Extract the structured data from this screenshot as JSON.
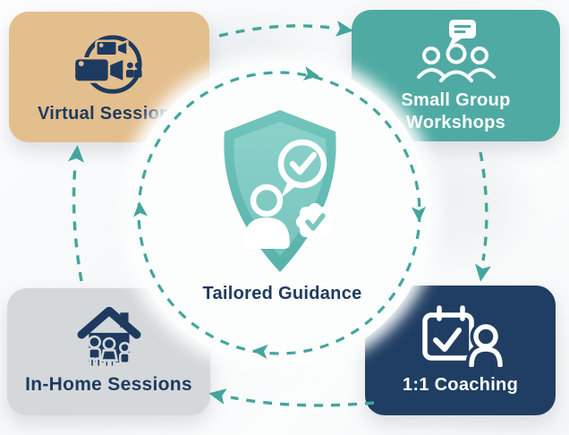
{
  "diagram": {
    "title_hint": "service-model cycle diagram",
    "center_label": "Tailored Guidance",
    "center_icon": "shield-person-check-gear-icon",
    "nodes": [
      {
        "id": "virtual-sessions",
        "label": "Virtual Sessions",
        "icon": "video-camera-icon",
        "bg": "#e4bf8e",
        "text_color": "#1e3a5f",
        "position": "top-left"
      },
      {
        "id": "small-group-workshops",
        "label": "Small Group Workshops",
        "icon": "group-chat-icon",
        "bg": "#4faaa3",
        "text_color": "#ffffff",
        "position": "top-right"
      },
      {
        "id": "in-home-sessions",
        "label": "In-Home Sessions",
        "icon": "house-family-icon",
        "bg": "#d5d8da",
        "text_color": "#1e3a5f",
        "position": "bottom-left"
      },
      {
        "id": "one-on-one-coaching",
        "label": "1:1 Coaching",
        "icon": "calendar-check-person-icon",
        "bg": "#203e63",
        "text_color": "#ffffff",
        "position": "bottom-right"
      }
    ],
    "flow": {
      "direction": "clockwise",
      "line_style": "dashed",
      "arrow_color": "#43a59d",
      "inner_ring": "dashed circle around center shield with 4 clockwise arrowheads",
      "outer_arcs": "4 dashed arcs linking the corner nodes clockwise"
    },
    "colors": {
      "virtual_sessions_bg": "#e4bf8e",
      "small_group_bg": "#4faaa3",
      "in_home_bg": "#d5d8da",
      "coaching_bg": "#203e63",
      "navy_text": "#1e3a5f",
      "white_text": "#ffffff",
      "arrow_teal": "#43a59d",
      "shield_outer": "#68bfb7",
      "shield_inner": "#84ccc5",
      "background": "#f8fafa"
    }
  }
}
